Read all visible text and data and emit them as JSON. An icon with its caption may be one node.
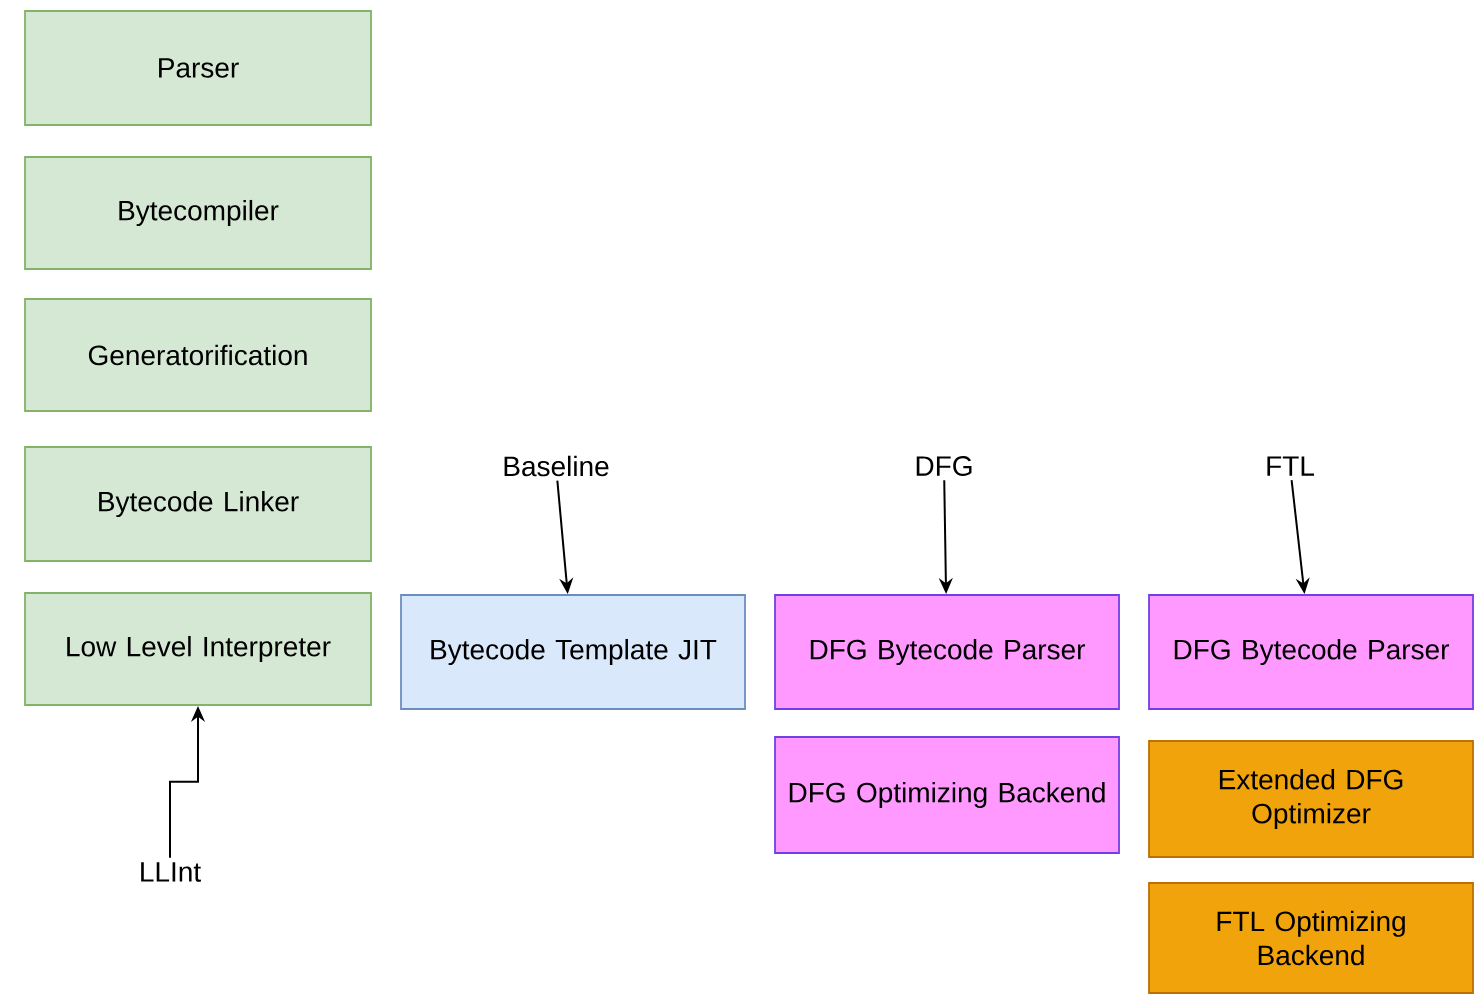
{
  "diagram": {
    "nodes": [
      {
        "text": [
          "Parser"
        ]
      },
      {
        "text": [
          "Bytecompiler"
        ]
      },
      {
        "text": [
          "Generatorification"
        ]
      },
      {
        "text": [
          "Bytecode Linker"
        ]
      },
      {
        "text": [
          "Low Level Interpreter"
        ]
      },
      {
        "text": [
          "Baseline"
        ]
      },
      {
        "text": [
          "Bytecode Template JIT"
        ]
      },
      {
        "text": [
          "DFG"
        ]
      },
      {
        "text": [
          "DFG Bytecode Parser"
        ]
      },
      {
        "text": [
          "DFG Optimizing Backend"
        ]
      },
      {
        "text": [
          "FTL"
        ]
      },
      {
        "text": [
          "DFG Bytecode Parser"
        ]
      },
      {
        "text": [
          "Extended DFG Optimizer"
        ]
      },
      {
        "text": [
          "FTL Optimizing Backend"
        ]
      },
      {
        "text": [
          "LLInt"
        ]
      }
    ],
    "edges": [
      {
        "from": 14,
        "to": 4,
        "arrow": "to"
      },
      {
        "from": 5,
        "to": 6,
        "arrow": "to"
      },
      {
        "from": 7,
        "to": 8,
        "arrow": "to"
      },
      {
        "from": 10,
        "to": 11,
        "arrow": "to"
      }
    ]
  }
}
